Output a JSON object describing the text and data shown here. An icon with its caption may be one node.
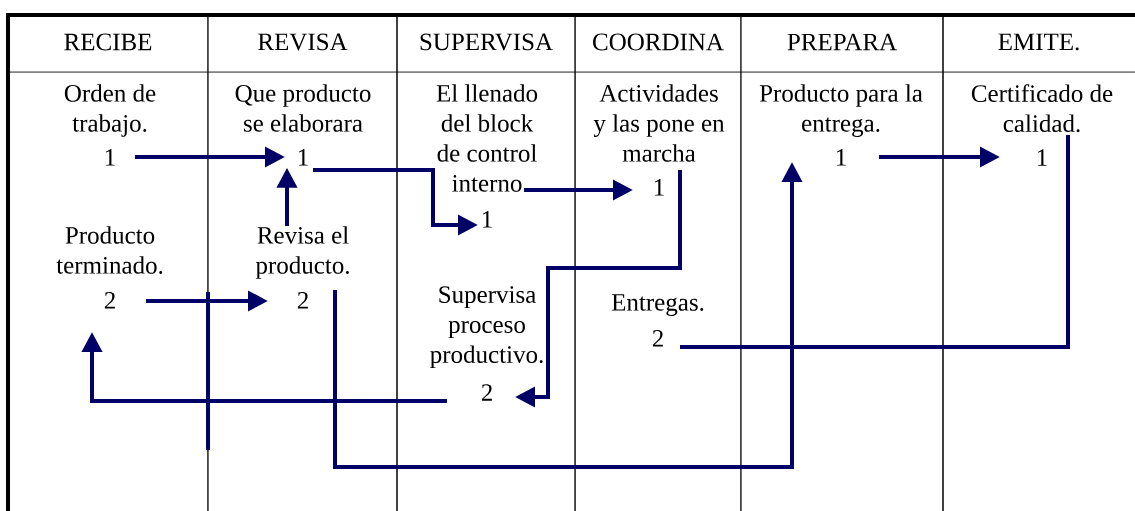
{
  "diagram": {
    "nodes": [
      {
        "text": [
          "Orden de trabajo.",
          "1"
        ]
      },
      {
        "text": [
          "Que producto se elaborara",
          "1"
        ]
      },
      {
        "text": [
          "El llenado del block de control interno",
          "1"
        ]
      },
      {
        "text": [
          "Actividades y las pone en marcha",
          "1"
        ]
      },
      {
        "text": [
          "Producto para la entrega.",
          "1"
        ]
      },
      {
        "text": [
          "Certificado de calidad.",
          "1"
        ]
      },
      {
        "text": [
          "Producto terminado.",
          "2"
        ]
      },
      {
        "text": [
          "Revisa el producto.",
          "2"
        ]
      },
      {
        "text": [
          "Supervisa proceso productivo.",
          "2"
        ]
      },
      {
        "text": [
          "Entregas.",
          "2"
        ]
      }
    ],
    "edges": [
      {
        "from": 0,
        "to": 1,
        "arrow": "to"
      },
      {
        "from": 1,
        "to": 2,
        "arrow": "to"
      },
      {
        "from": 2,
        "to": 3,
        "arrow": "to"
      },
      {
        "from": 3,
        "to": 8,
        "arrow": "to"
      },
      {
        "from": 8,
        "to": 6,
        "arrow": "to"
      },
      {
        "from": 6,
        "to": 7,
        "arrow": "to"
      },
      {
        "from": 7,
        "to": 1,
        "arrow": "to"
      },
      {
        "from": 7,
        "to": 4,
        "arrow": "to"
      },
      {
        "from": 4,
        "to": 5,
        "arrow": "to"
      },
      {
        "from": 5,
        "to": 9,
        "arrow": "none"
      }
    ],
    "labels": [
      "RECIBE",
      "REVISA",
      "SUPERVISA",
      "COORDINA",
      "PREPARA",
      "EMITE."
    ]
  }
}
